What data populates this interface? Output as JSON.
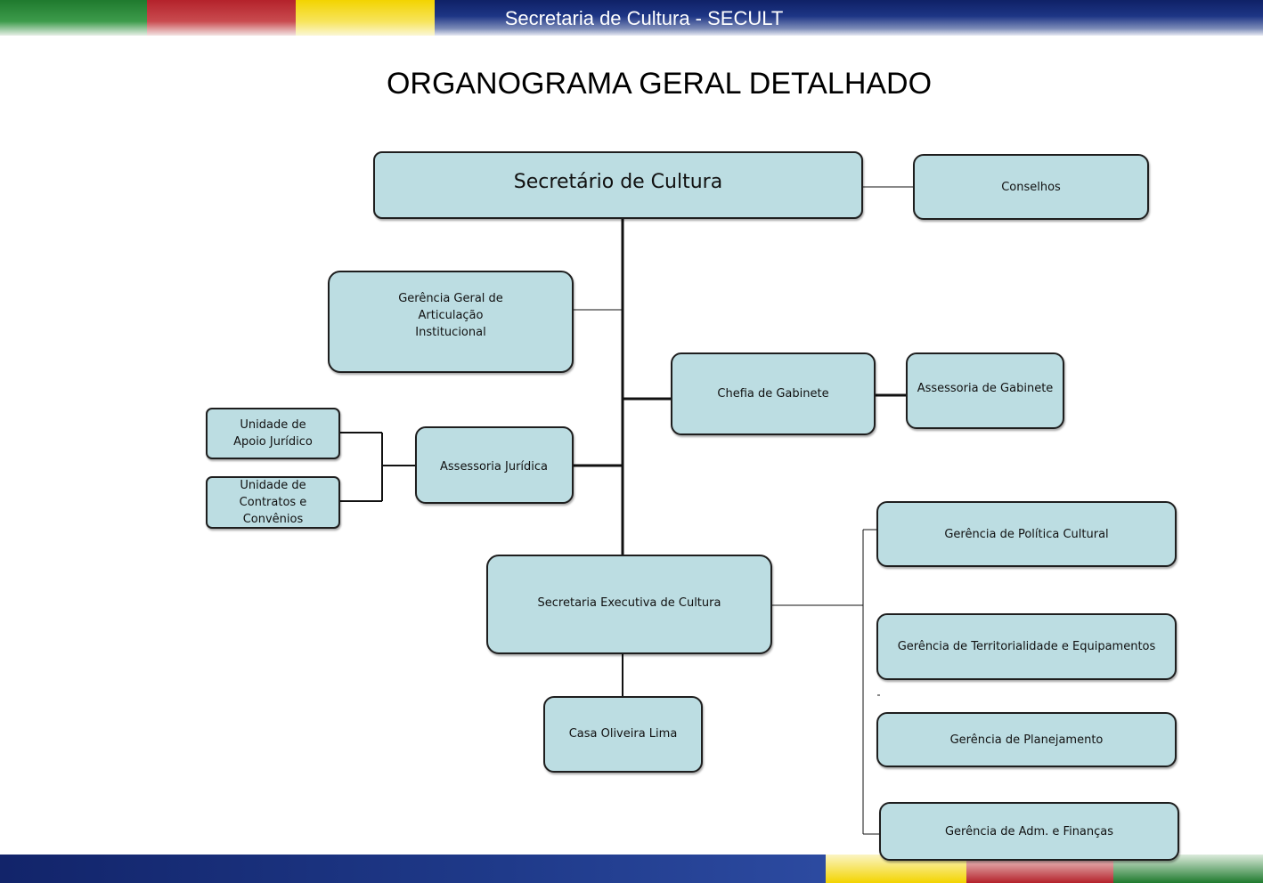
{
  "header": {
    "title": "Secretaria de Cultura - SECULT"
  },
  "page_title": "ORGANOGRAMA GERAL  DETALHADO",
  "nodes": {
    "secretario": "Secretário de Cultura",
    "conselhos": "Conselhos",
    "gerencia_geral": "Gerência Geral de Articulação Institucional",
    "chefia_gabinete": "Chefia de Gabinete",
    "assessoria_gabinete": "Assessoria de Gabinete",
    "unidade_apoio_juridico": "Unidade de Apoio Jurídico",
    "unidade_contratos": "Unidade de Contratos e Convênios",
    "assessoria_juridica": "Assessoria Jurídica",
    "gerencia_politica": "Gerência de Política Cultural",
    "secretaria_executiva": "Secretaria Executiva de Cultura",
    "gerencia_territorialidade": "Gerência de Territorialidade e Equipamentos",
    "casa_oliveira": "Casa Oliveira Lima",
    "gerencia_planejamento": "Gerência de Planejamento",
    "gerencia_adm": "Gerência de Adm. e Finanças"
  },
  "colors": {
    "node_fill": "#bcdde2",
    "node_border": "#1e1e1e",
    "header_blue": "#1d3585",
    "flag_green": "#1f7a2e",
    "flag_red": "#b4222b",
    "flag_yellow": "#f3d400"
  }
}
